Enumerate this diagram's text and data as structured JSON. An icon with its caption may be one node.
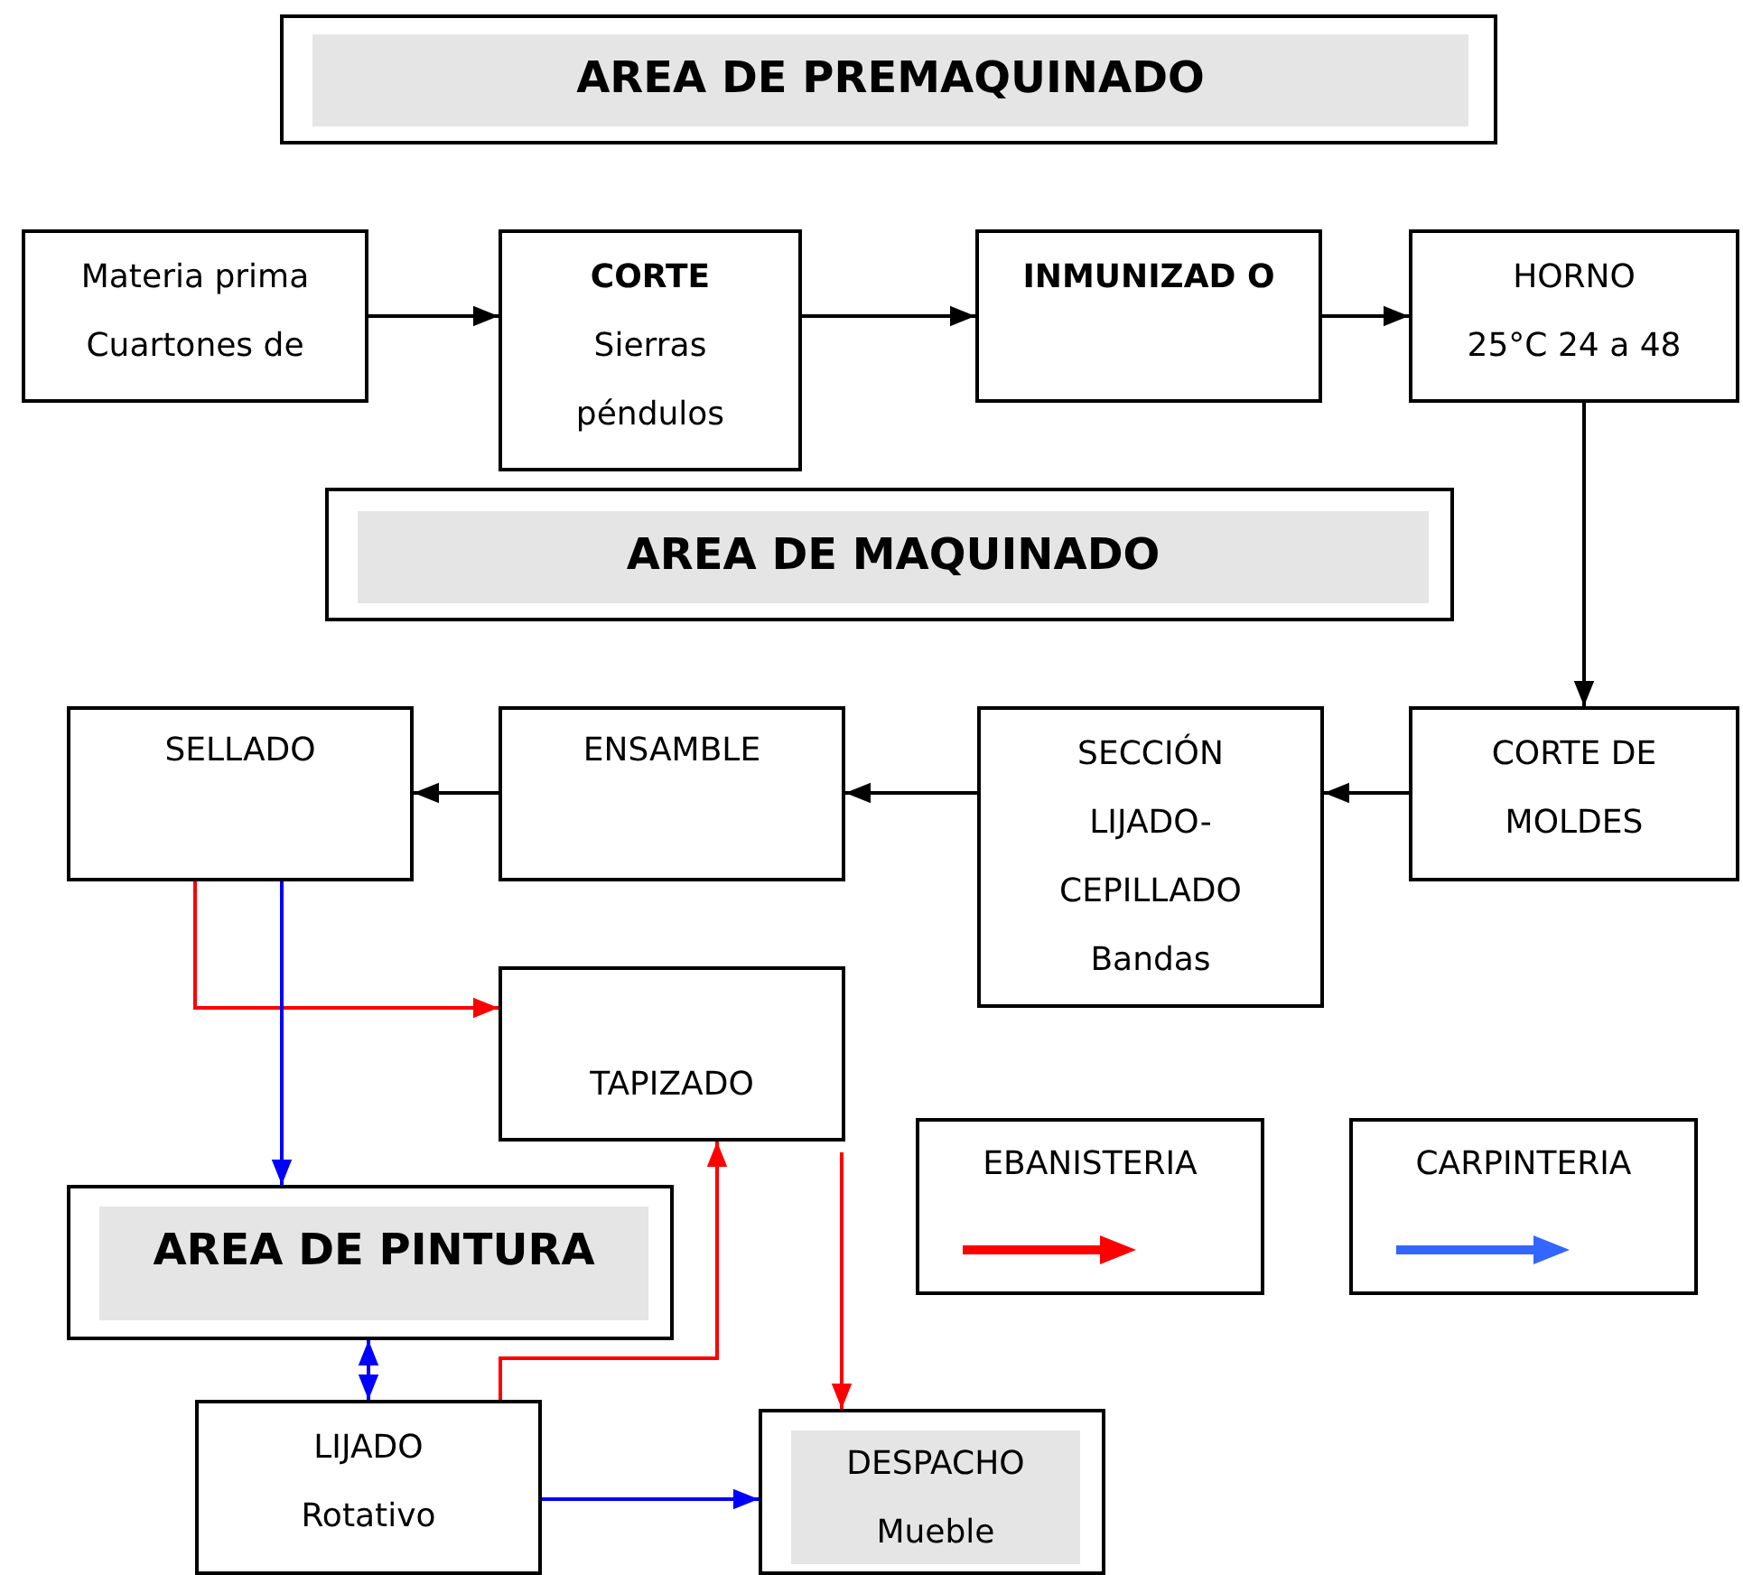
{
  "diagram": {
    "nodes": [
      {
        "text": [
          "AREA DE PREMAQUINADO"
        ]
      },
      {
        "text": [
          "Materia prima Cuartones de"
        ]
      },
      {
        "text": [
          "CORTE",
          "Sierras péndulos"
        ]
      },
      {
        "text": [
          "INMUNIZAD O"
        ]
      },
      {
        "text": [
          "HORNO",
          "25°C 24 a 48"
        ]
      },
      {
        "text": [
          "AREA DE MAQUINADO"
        ]
      },
      {
        "text": [
          "SELLADO"
        ]
      },
      {
        "text": [
          "ENSAMBLE"
        ]
      },
      {
        "text": [
          "SECCIÓN LIJADO- CEPILLADO Bandas"
        ]
      },
      {
        "text": [
          "CORTE DE MOLDES"
        ]
      },
      {
        "text": [
          "TAPIZADO"
        ]
      },
      {
        "text": [
          "AREA DE PINTURA"
        ]
      },
      {
        "text": [
          "LIJADO Rotativo"
        ]
      },
      {
        "text": [
          "DESPACHO Mueble"
        ]
      }
    ],
    "edges": [
      {
        "from": 1,
        "to": 2,
        "arrow": "to"
      },
      {
        "from": 2,
        "to": 3,
        "arrow": "to"
      },
      {
        "from": 3,
        "to": 4,
        "arrow": "to"
      },
      {
        "from": 4,
        "to": 9,
        "arrow": "to"
      },
      {
        "from": 9,
        "to": 8,
        "arrow": "to"
      },
      {
        "from": 8,
        "to": 7,
        "arrow": "to"
      },
      {
        "from": 7,
        "to": 6,
        "arrow": "to"
      },
      {
        "from": 6,
        "to": 10,
        "arrow": "to",
        "color": "#ff0000"
      },
      {
        "from": 6,
        "to": 11,
        "arrow": "to",
        "color": "#0000ff"
      },
      {
        "from": 10,
        "to": 13,
        "arrow": "to",
        "color": "#ff0000"
      },
      {
        "from": 12,
        "to": 10,
        "arrow": "to",
        "color": "#ff0000"
      },
      {
        "from": 11,
        "to": 12,
        "arrow": "both",
        "color": "#0000ff"
      },
      {
        "from": 12,
        "to": 13,
        "arrow": "to",
        "color": "#0000ff"
      }
    ],
    "legend": [
      {
        "text": "EBANISTERIA"
      },
      {
        "text": "CARPINTERIA"
      }
    ]
  }
}
